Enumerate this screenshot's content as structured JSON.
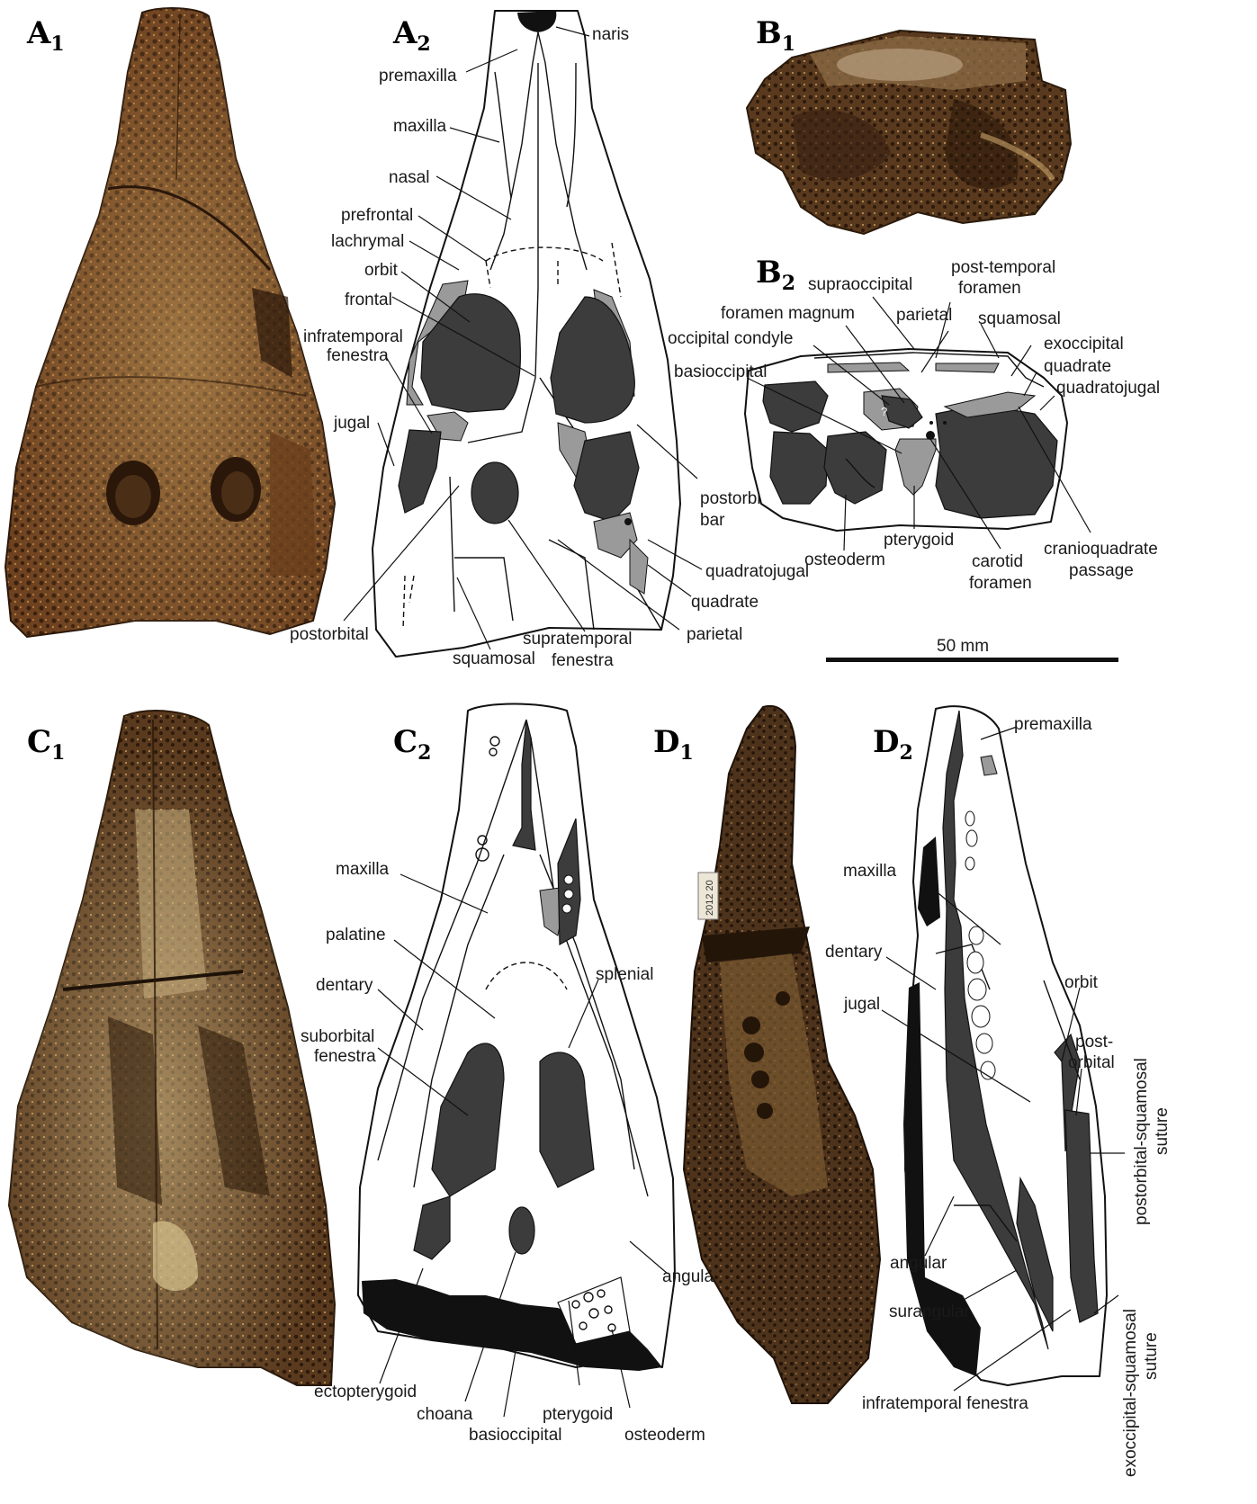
{
  "panels": {
    "A1": {
      "letter": "A",
      "sub": "1"
    },
    "A2": {
      "letter": "A",
      "sub": "2"
    },
    "B1": {
      "letter": "B",
      "sub": "1"
    },
    "B2": {
      "letter": "B",
      "sub": "2"
    },
    "C1": {
      "letter": "C",
      "sub": "1"
    },
    "C2": {
      "letter": "C",
      "sub": "2"
    },
    "D1": {
      "letter": "D",
      "sub": "1"
    },
    "D2": {
      "letter": "D",
      "sub": "2"
    }
  },
  "labels_A2": {
    "naris": "naris",
    "premaxilla": "premaxilla",
    "maxilla": "maxilla",
    "nasal": "nasal",
    "prefrontal": "prefrontal",
    "lachrymal": "lachrymal",
    "orbit": "orbit",
    "frontal": "frontal",
    "infratemporal_1": "infratemporal",
    "infratemporal_2": "fenestra",
    "jugal": "jugal",
    "postorbital_bar_1": "postorbital",
    "postorbital_bar_2": "bar",
    "quadratojugal": "quadratojugal",
    "quadrate": "quadrate",
    "parietal": "parietal",
    "supratemporal_1": "supratemporal",
    "supratemporal_2": "fenestra",
    "squamosal": "squamosal",
    "postorbital": "postorbital"
  },
  "labels_B2": {
    "supraoccipital": "supraoccipital",
    "post_temporal_1": "post-temporal",
    "post_temporal_2": "foramen",
    "foramen_magnum": "foramen magnum",
    "parietal": "parietal",
    "squamosal": "squamosal",
    "occipital_condyle": "occipital condyle",
    "exoccipital": "exoccipital",
    "basioccipital": "basioccipital",
    "quadrate": "quadrate",
    "quadratojugal": "quadratojugal",
    "pterygoid": "pterygoid",
    "osteoderm": "osteoderm",
    "carotid_1": "carotid",
    "carotid_2": "foramen",
    "cranioquadrate_1": "cranioquadrate",
    "cranioquadrate_2": "passage",
    "question": "?"
  },
  "scale_bar": "50 mm",
  "labels_C2": {
    "maxilla": "maxilla",
    "palatine": "palatine",
    "dentary": "dentary",
    "suborbital_1": "suborbital",
    "suborbital_2": "fenestra",
    "splenial": "splenial",
    "angular": "angular",
    "ectopterygoid": "ectopterygoid",
    "choana": "choana",
    "pterygoid": "pterygoid",
    "basioccipital": "basioccipital",
    "osteoderm": "osteoderm"
  },
  "labels_D1": {
    "tag": "2012 20"
  },
  "labels_D2": {
    "premaxilla": "premaxilla",
    "maxilla": "maxilla",
    "dentary": "dentary",
    "jugal": "jugal",
    "orbit": "orbit",
    "post_orbital_1": "post-",
    "post_orbital_2": "orbital",
    "postorbital_squamosal_1": "postorbital-squamosal",
    "postorbital_squamosal_2": "suture",
    "angular": "angular",
    "surangular": "surangular",
    "infratemporal_fenestra": "infratemporal fenestra",
    "exoccipital_squamosal_1": "exoccipital-squamosal",
    "exoccipital_squamosal_2": "suture"
  },
  "colors": {
    "bone_dark": "#3c3c3c",
    "bone_grey": "#9a9a9a",
    "fossil_brown": "#7a4a24",
    "fossil_dark": "#3a2212",
    "fossil_light": "#b88a52"
  }
}
